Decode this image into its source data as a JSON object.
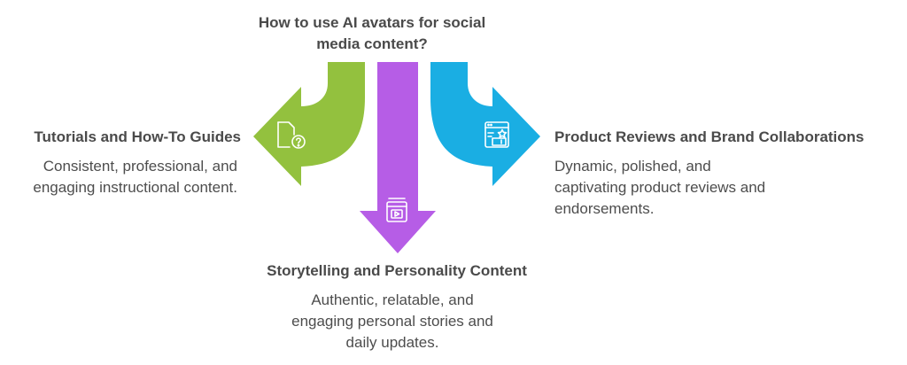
{
  "title": "How to use AI avatars for social media content?",
  "branches": {
    "left": {
      "heading": "Tutorials and How-To Guides",
      "description": "Consistent, professional, and engaging instructional content.",
      "color": "#93c13e",
      "icon": "document-question-icon"
    },
    "center": {
      "heading": "Storytelling and Personality Content",
      "description": "Authentic, relatable, and engaging personal stories and daily updates.",
      "color": "#b65de6",
      "icon": "video-play-icon"
    },
    "right": {
      "heading": "Product Reviews and Brand Collaborations",
      "description": "Dynamic, polished, and captivating product reviews and endorsements.",
      "color": "#1aaee3",
      "icon": "browser-star-icon"
    }
  }
}
